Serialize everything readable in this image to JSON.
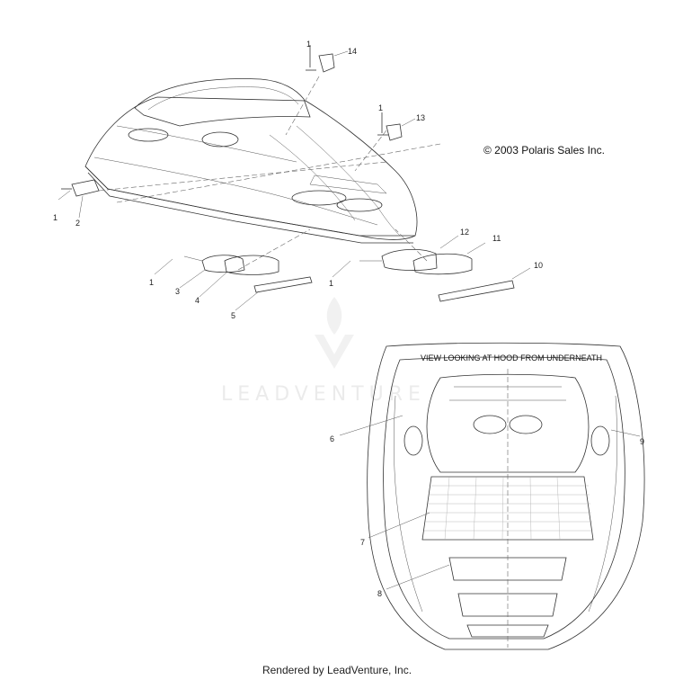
{
  "copyright": "© 2003 Polaris Sales Inc.",
  "view_label": "VIEW LOOKING AT HOOD FROM UNDERNEATH",
  "watermark": "LEADVENTURE",
  "footer": "Rendered by LeadVenture, Inc.",
  "callouts": {
    "c1a": "1",
    "c14": "14",
    "c1b": "1",
    "c13": "13",
    "c1c": "1",
    "c2": "2",
    "c12": "12",
    "c11": "11",
    "c10": "10",
    "c1d": "1",
    "c3": "3",
    "c4": "4",
    "c5": "5",
    "c1e": "1",
    "c6": "6",
    "c7": "7",
    "c8": "8",
    "c9": "9"
  }
}
